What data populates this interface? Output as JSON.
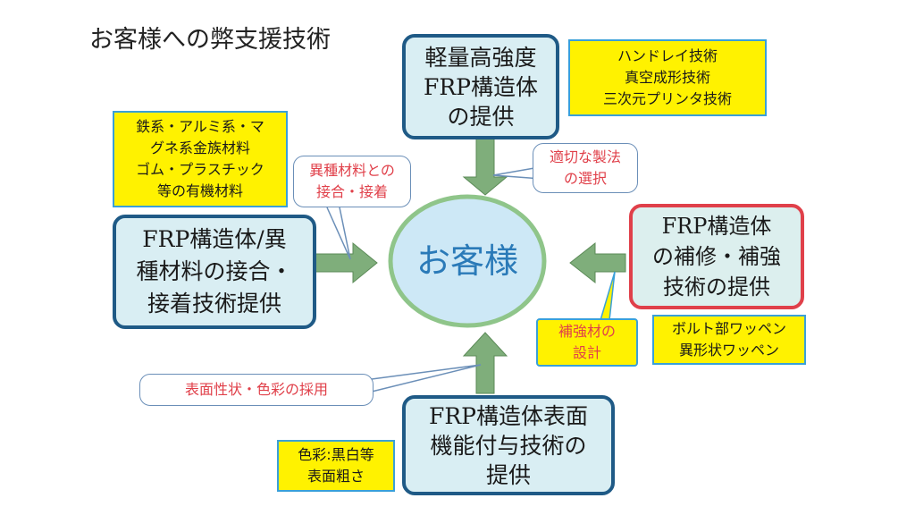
{
  "title": "お客様への弊支援技術",
  "center": "お客様",
  "boxes": {
    "top": [
      "軽量高強度",
      "FRP構造体",
      "の提供"
    ],
    "left": [
      "FRP構造体/異",
      "種材料の接合・",
      "接着技術提供"
    ],
    "right": [
      "FRP構造体",
      "の補修・補強",
      "技術の提供"
    ],
    "bottom": [
      "FRP構造体表面",
      "機能付与技術の",
      "提供"
    ]
  },
  "notes": {
    "top_right": [
      "ハンドレイ技術",
      "真空成形技術",
      "三次元プリンタ技術"
    ],
    "top_left": [
      "鉄系・アルミ系・マ",
      "グネ系金族材料",
      "ゴム・プラスチック",
      "等の有機材料"
    ],
    "right_bottom": [
      "ボルト部ワッペン",
      "異形状ワッペン"
    ],
    "bottom_left": [
      "色彩:黒白等",
      "表面粗さ"
    ]
  },
  "callouts": {
    "top": [
      "適切な製法",
      "の選択"
    ],
    "left": [
      "異種材料との",
      "接合・接着"
    ],
    "right": [
      "補強材の",
      "設計"
    ],
    "bottom": [
      "表面性状・色彩の採用"
    ]
  },
  "colors": {
    "box_border": "#1f5a86",
    "box_fill": "#d9eef3",
    "repair_border": "#e0404a",
    "note_fill": "#fff200",
    "note_border": "#3aa0d8",
    "arrow": "#7fae7b",
    "ellipse_fill": "#cde8f6",
    "ellipse_border": "#8fc58a",
    "center_text": "#2a7ab8",
    "callout_text": "#e0404a"
  }
}
